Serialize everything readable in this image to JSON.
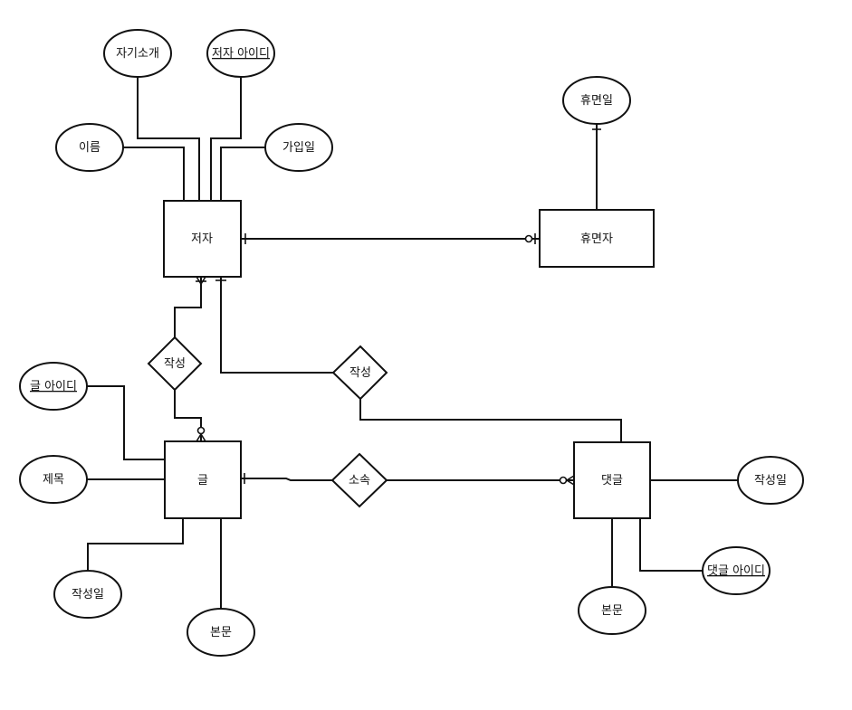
{
  "entities": {
    "author": "저자",
    "dormant_user": "휴면자",
    "post": "글",
    "comment": "댓글"
  },
  "relationships": {
    "writes_post": "작성",
    "writes_comment": "작성",
    "belongs_to": "소속"
  },
  "attributes": {
    "author_intro": "자기소개",
    "author_id": "저자 아이디",
    "author_name": "이름",
    "author_join_date": "가입일",
    "dormant_date": "휴면일",
    "post_id": "글 아이디",
    "post_title": "제목",
    "post_created": "작성일",
    "post_body": "본문",
    "comment_created": "작성일",
    "comment_id": "댓글 아이디",
    "comment_body": "본문"
  }
}
